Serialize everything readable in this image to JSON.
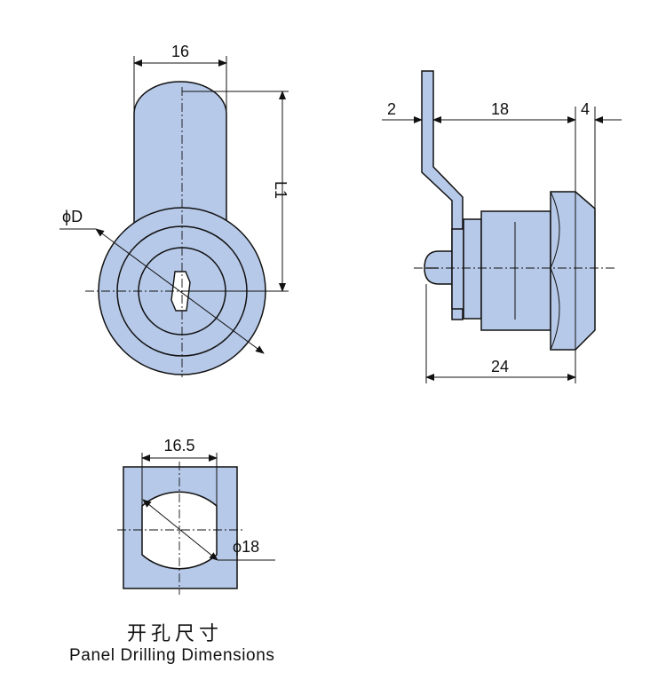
{
  "front_view": {
    "width_label": "16",
    "length_label": "L1",
    "diameter_label": "ϕD"
  },
  "side_view": {
    "cam_offset_label": "2",
    "body_length_label": "18",
    "flange_label": "4",
    "total_length_label": "24"
  },
  "panel_cutout": {
    "width_label": "16.5",
    "diameter_label": "ϕ18"
  },
  "caption": {
    "chinese": "开孔尺寸",
    "english": "Panel Drilling Dimensions"
  },
  "colors": {
    "part_fill": "#b7c9e8",
    "outline": "#111111"
  }
}
